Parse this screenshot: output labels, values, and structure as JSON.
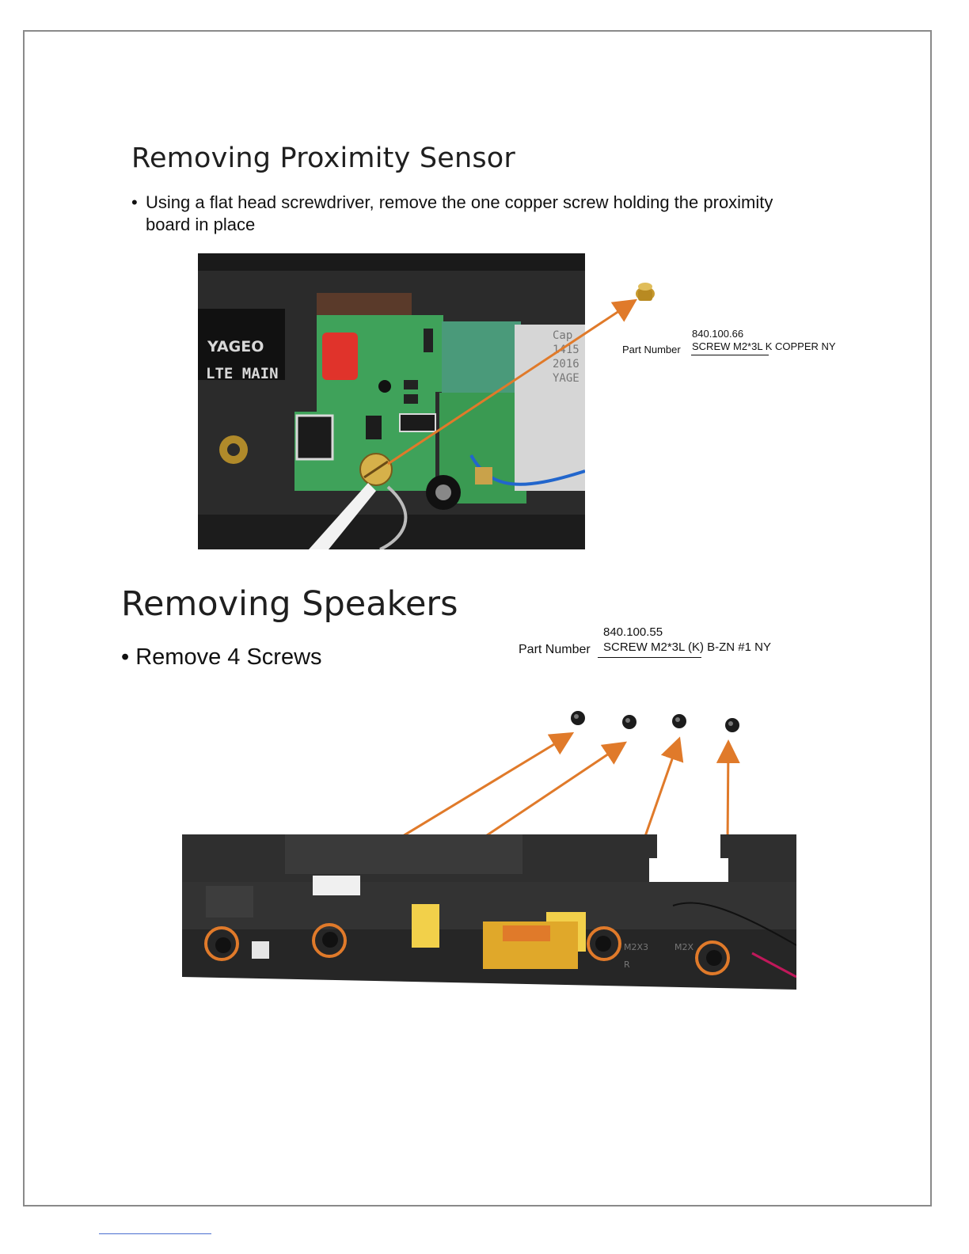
{
  "section1": {
    "title": "Removing Proximity Sensor",
    "bullet_marker": "•",
    "bullet": "Using a flat head screwdriver, remove the one copper screw holding the proximity board in place",
    "part_number_label": "Part Number",
    "part_number": "840.100.66",
    "part_description": "SCREW M2*3L K COPPER NY",
    "photo_labels": [
      "YAGEO",
      "LTE MAIN",
      "Cap",
      "1415",
      "2016",
      "YAGE"
    ]
  },
  "section2": {
    "title": "Removing Speakers",
    "bullet": "• Remove 4 Screws",
    "part_number_label": "Part Number",
    "part_number": "840.100.55",
    "part_description": "SCREW M2*3L (K) B-ZN #1 NY",
    "photo_labels": [
      "M2X3",
      "M2X",
      "R"
    ]
  },
  "colors": {
    "arrow": "#e07a2a",
    "frame": "#8a8a8a",
    "pcb": "#3fa25a",
    "dark_plastic": "#2b2b2b"
  }
}
